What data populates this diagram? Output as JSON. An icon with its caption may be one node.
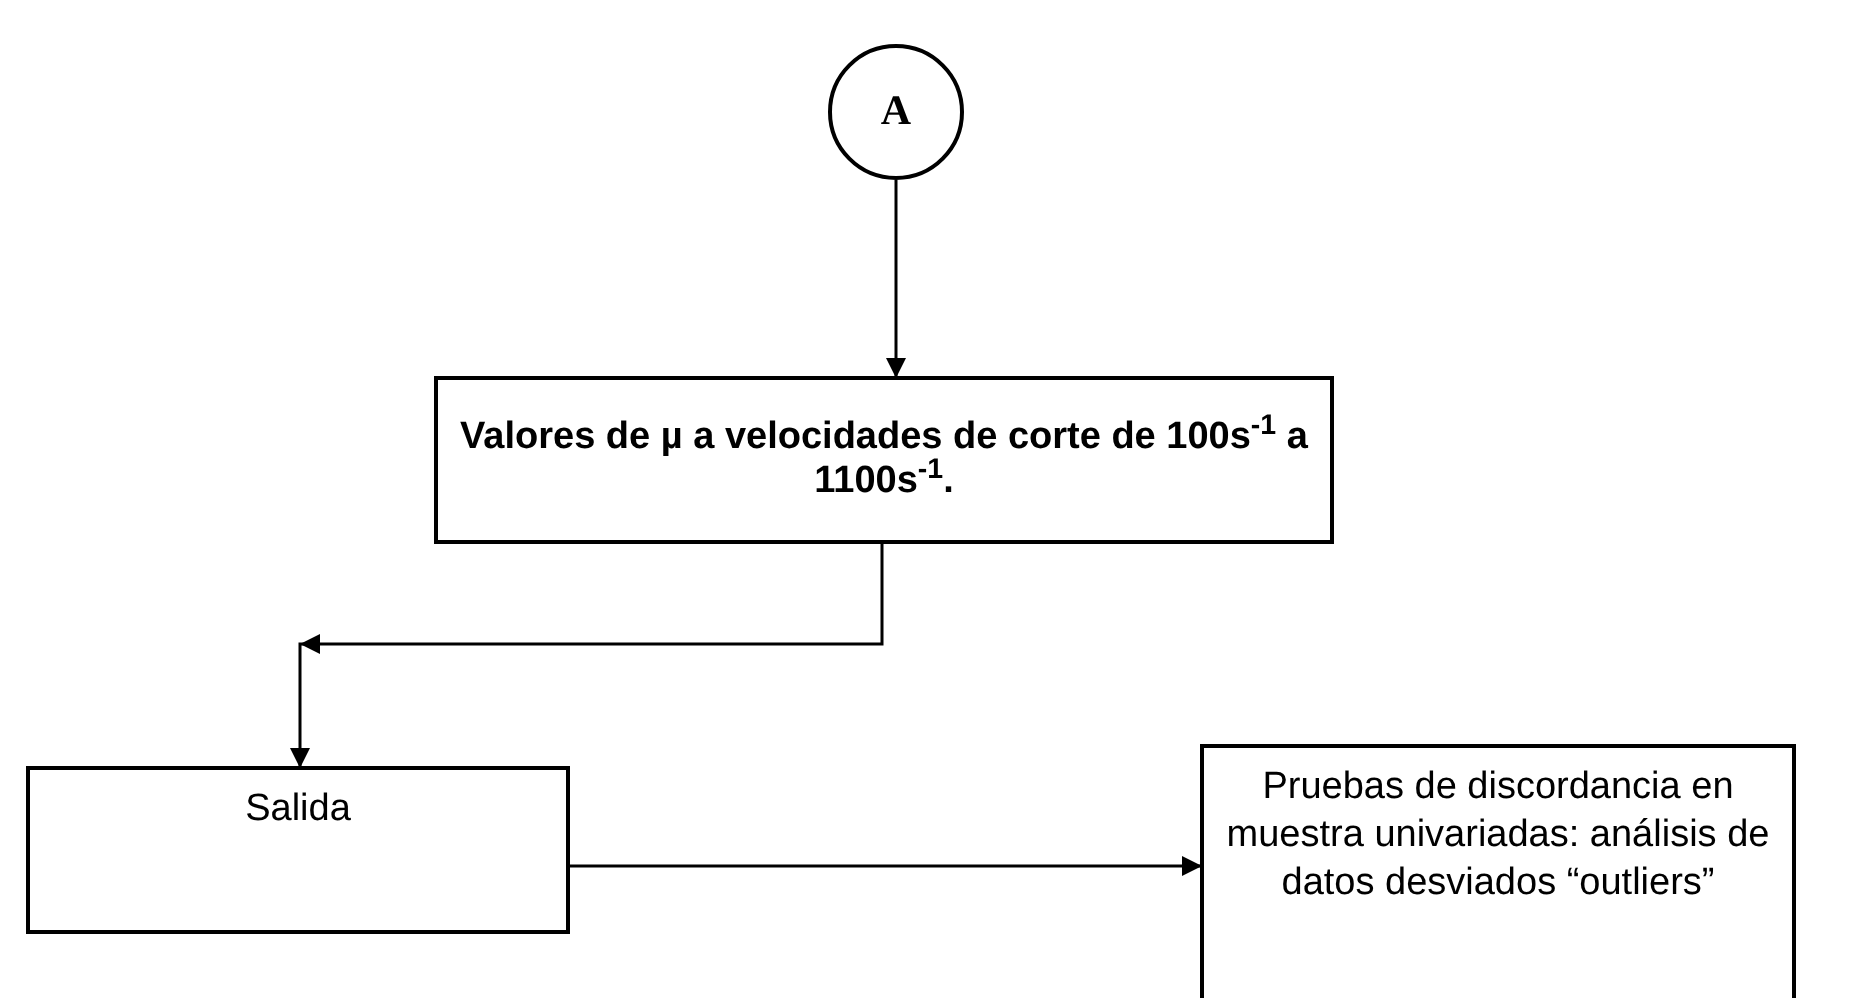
{
  "diagram": {
    "nodes": [
      {
        "text": [
          "A"
        ]
      },
      {
        "text": [
          "Valores de µ a velocidades de corte de 100s$^{-1}$ a 1100s$^{-1}$."
        ]
      },
      {
        "text": [
          "Salida"
        ]
      },
      {
        "text": [
          "Pruebas de discordancia en muestra univariadas: análisis de datos desviados “outliers”"
        ]
      }
    ],
    "edges": [
      {
        "from": 0,
        "to": 1,
        "arrow": "to"
      },
      {
        "from": 1,
        "to": 2,
        "arrow": "to"
      },
      {
        "from": 2,
        "to": 3,
        "arrow": "to"
      }
    ]
  }
}
